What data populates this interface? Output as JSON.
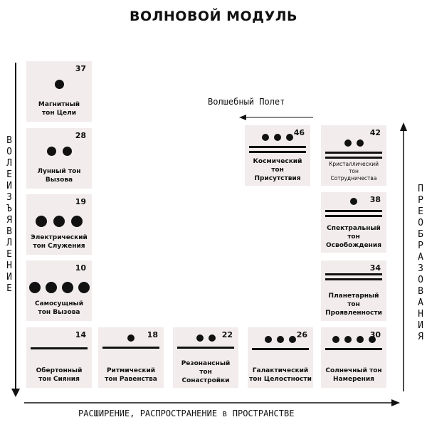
{
  "title": "ВОЛНОВОЙ МОДУЛЬ",
  "left_axis_label": "ВОЛЕИЗЪЯВЛЕНИЕ",
  "right_axis_label": "ПРЕОБРАЗОВАНИЯ",
  "bottom_axis_label": "РАСШИРЕНИЕ, РАСПРОСТРАНЕНИЕ в ПРОСТРАНСТВЕ",
  "top_arrow_label": "Волшебный Полет",
  "tiles": [
    {
      "number": "37",
      "label_line1": "Магнитный",
      "label_line2": "тон Цели",
      "label_line3": ""
    },
    {
      "number": "28",
      "label_line1": "Лунный тон",
      "label_line2": "Вызова",
      "label_line3": ""
    },
    {
      "number": "19",
      "label_line1": "Электрический",
      "label_line2": "тон Служения",
      "label_line3": ""
    },
    {
      "number": "10",
      "label_line1": "Самосущный",
      "label_line2": "тон Вызова",
      "label_line3": ""
    },
    {
      "number": "14",
      "label_line1": "Обертонный",
      "label_line2": "тон Сияния",
      "label_line3": ""
    },
    {
      "number": "18",
      "label_line1": "Ритмический",
      "label_line2": "тон Равенства",
      "label_line3": ""
    },
    {
      "number": "22",
      "label_line1": "Резонансный",
      "label_line2": "тон",
      "label_line3": "Сонастройки"
    },
    {
      "number": "26",
      "label_line1": "Галактический",
      "label_line2": "тон Целостности",
      "label_line3": ""
    },
    {
      "number": "30",
      "label_line1": "Солнечный тон",
      "label_line2": "Намерения",
      "label_line3": ""
    },
    {
      "number": "34",
      "label_line1": "Планетарный",
      "label_line2": "тон",
      "label_line3": "Проявленности"
    },
    {
      "number": "38",
      "label_line1": "Спектральный",
      "label_line2": "тон",
      "label_line3": "Освобождения"
    },
    {
      "number": "42",
      "label_line1": "Кристаллический",
      "label_line2": "тон",
      "label_line3": "Сотрудничества"
    },
    {
      "number": "46",
      "label_line1": "Космический",
      "label_line2": "тон",
      "label_line3": "Присутствия"
    }
  ]
}
